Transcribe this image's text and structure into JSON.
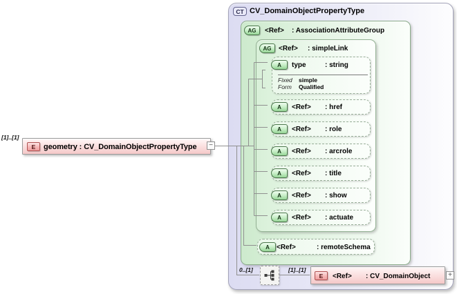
{
  "colors": {
    "complex_type_fill": "#dcdcf2",
    "attribute_group_fill": "#cdeacd",
    "element_fill": "#f5c8c8",
    "wire": "#8f8f8f"
  },
  "source_element": {
    "cardinality": "[1]..[1]",
    "badge": "E",
    "label": "geometry : CV_DomainObjectPropertyType",
    "collapse_glyph": "−"
  },
  "complex_type": {
    "badge": "CT",
    "name": "CV_DomainObjectPropertyType",
    "attribute_group": {
      "badge": "AG",
      "ref": "<Ref>",
      "name": ": AssociationAttributeGroup",
      "simple_link": {
        "badge": "AG",
        "ref": "<Ref>",
        "name": ": simpleLink",
        "type_attribute": {
          "badge": "A",
          "name": "type",
          "type": ": string",
          "facets": [
            {
              "label": "Fixed",
              "value": "simple"
            },
            {
              "label": "Form",
              "value": "Qualified"
            }
          ]
        },
        "attributes": [
          {
            "badge": "A",
            "ref": "<Ref>",
            "name": ": href"
          },
          {
            "badge": "A",
            "ref": "<Ref>",
            "name": ": role"
          },
          {
            "badge": "A",
            "ref": "<Ref>",
            "name": ": arcrole"
          },
          {
            "badge": "A",
            "ref": "<Ref>",
            "name": ": title"
          },
          {
            "badge": "A",
            "ref": "<Ref>",
            "name": ": show"
          },
          {
            "badge": "A",
            "ref": "<Ref>",
            "name": ": actuate"
          }
        ]
      },
      "remote_schema": {
        "badge": "A",
        "ref": "<Ref>",
        "name": ": remoteSchema"
      }
    },
    "sequence": {
      "cardinality_left": "0..[1]",
      "cardinality_right": "[1]..[1]"
    },
    "child_element": {
      "badge": "E",
      "ref": "<Ref>",
      "name": ": CV_DomainObject",
      "expand_glyph": "+"
    }
  }
}
